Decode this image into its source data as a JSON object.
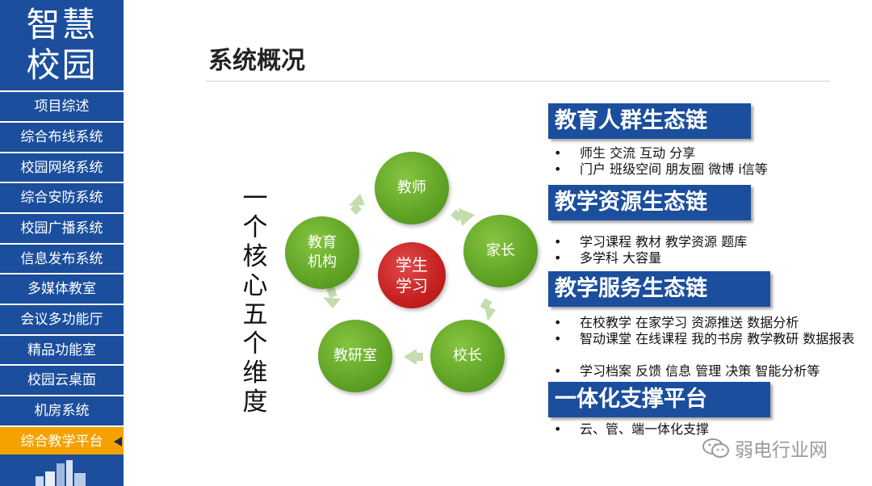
{
  "sidebar": {
    "logo": [
      "智慧",
      "校园"
    ],
    "items": [
      {
        "label": "项目综述"
      },
      {
        "label": "综合布线系统"
      },
      {
        "label": "校园网络系统"
      },
      {
        "label": "综合安防系统"
      },
      {
        "label": "校园广播系统"
      },
      {
        "label": "信息发布系统"
      },
      {
        "label": "多媒体教室"
      },
      {
        "label": "会议多功能厅"
      },
      {
        "label": "精品功能室"
      },
      {
        "label": "校园云桌面"
      },
      {
        "label": "机房系统"
      },
      {
        "label": "综合教学平台",
        "active": true
      }
    ]
  },
  "main": {
    "title": "系统概况",
    "vertical_text": [
      "一",
      "个",
      "核",
      "心",
      "五",
      "个",
      "维",
      "度"
    ],
    "diagram": {
      "center": [
        "学生",
        "学习"
      ],
      "nodes": [
        {
          "label": [
            "教师"
          ]
        },
        {
          "label": [
            "家长"
          ]
        },
        {
          "label": [
            "校长"
          ]
        },
        {
          "label": [
            "教研室"
          ]
        },
        {
          "label": [
            "教育",
            "机构"
          ]
        }
      ]
    },
    "sections": [
      {
        "heading": "教育人群生态链",
        "bullets": [
          "师生  交流  互动  分享",
          "门户  班级空间  朋友圈  微博  i信等"
        ]
      },
      {
        "heading": "教学资源生态链",
        "bullets": [
          "学习课程  教材  教学资源  题库",
          "多学科  大容量"
        ]
      },
      {
        "heading": "教学服务生态链",
        "bullets": [
          "在校教学  在家学习  资源推送  数据分析",
          "智动课堂  在线课程  我的书房  教学教研  数据报表",
          "学习档案  反馈  信息  管理  决策  智能分析等"
        ]
      },
      {
        "heading": "一体化支撑平台",
        "bullets": [
          "云、管、端一体化支撑"
        ]
      }
    ],
    "bullet_char": "•"
  },
  "watermark": {
    "text": "弱电行业网"
  },
  "colors": {
    "sidebar": "#1b4e9c",
    "active": "#f5a100",
    "node": "#5fa325",
    "center": "#c62020",
    "header": "#1b4e9c"
  }
}
